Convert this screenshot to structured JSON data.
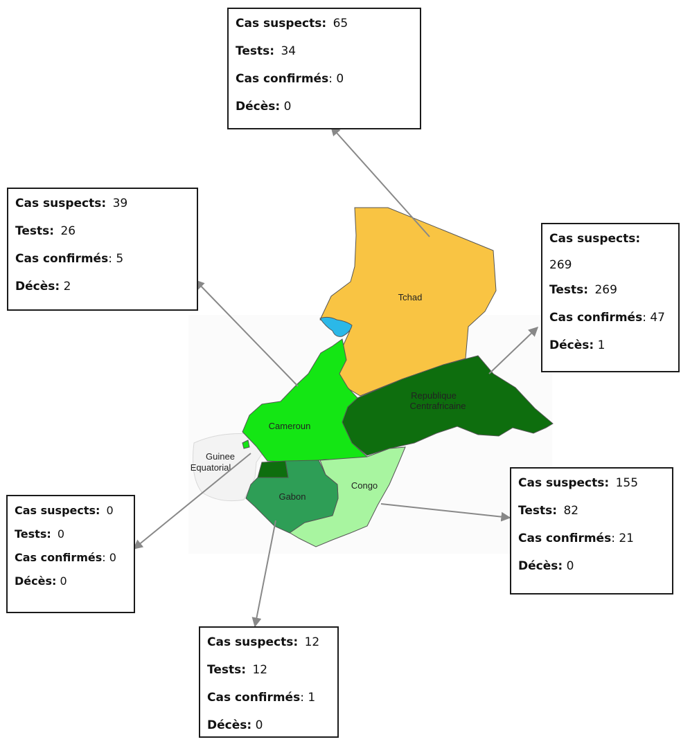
{
  "colors": {
    "tchad": "#f9c443",
    "rca": "#0e6e0e",
    "cameroun": "#14e614",
    "gabon": "#2e9e56",
    "congo": "#a8f5a0",
    "guinee": "#f3f3f3",
    "guinee_mainland": "#0e6e0e",
    "lake": "#2bb8e8",
    "border": "#555555",
    "leader": "#888888"
  },
  "country_labels": {
    "tchad": "Tchad",
    "rca_line1": "Republique",
    "rca_line2": "Centrafricaine",
    "cameroun": "Cameroun",
    "guinee_line1": "Guinee",
    "guinee_line2": "Equatorial",
    "gabon": "Gabon",
    "congo": "Congo"
  },
  "callouts": {
    "tchad": {
      "suspects_label": "Cas suspects:",
      "suspects": "65",
      "tests_label": "Tests:",
      "tests": "34",
      "confirmes_label": "Cas confirmés",
      "confirmes": ": 0",
      "deces_label": "Décès:",
      "deces": "0"
    },
    "cameroun": {
      "suspects_label": "Cas suspects:",
      "suspects": "39",
      "tests_label": "Tests:",
      "tests": "26",
      "confirmes_label": "Cas confirmés",
      "confirmes": ": 5",
      "deces_label": "Décès:",
      "deces": "2"
    },
    "rca": {
      "suspects_label": "Cas suspects:",
      "suspects": "269",
      "tests_label": "Tests:",
      "tests": "269",
      "confirmes_label": "Cas confirmés",
      "confirmes": ": 47",
      "deces_label": "Décès:",
      "deces": "1"
    },
    "guinee": {
      "suspects_label": "Cas suspects:",
      "suspects": "0",
      "tests_label": "Tests:",
      "tests": "0",
      "confirmes_label": "Cas confirmés",
      "confirmes": ": 0",
      "deces_label": "Décès:",
      "deces": "0"
    },
    "congo": {
      "suspects_label": "Cas suspects:",
      "suspects": "155",
      "tests_label": "Tests:",
      "tests": "82",
      "confirmes_label": "Cas confirmés",
      "confirmes": ": 21",
      "deces_label": "Décès:",
      "deces": "0"
    },
    "gabon": {
      "suspects_label": "Cas suspects:",
      "suspects": "12",
      "tests_label": "Tests:",
      "tests": "12",
      "confirmes_label": "Cas confirmés",
      "confirmes": ": 1",
      "deces_label": "Décès:",
      "deces": "0"
    }
  }
}
